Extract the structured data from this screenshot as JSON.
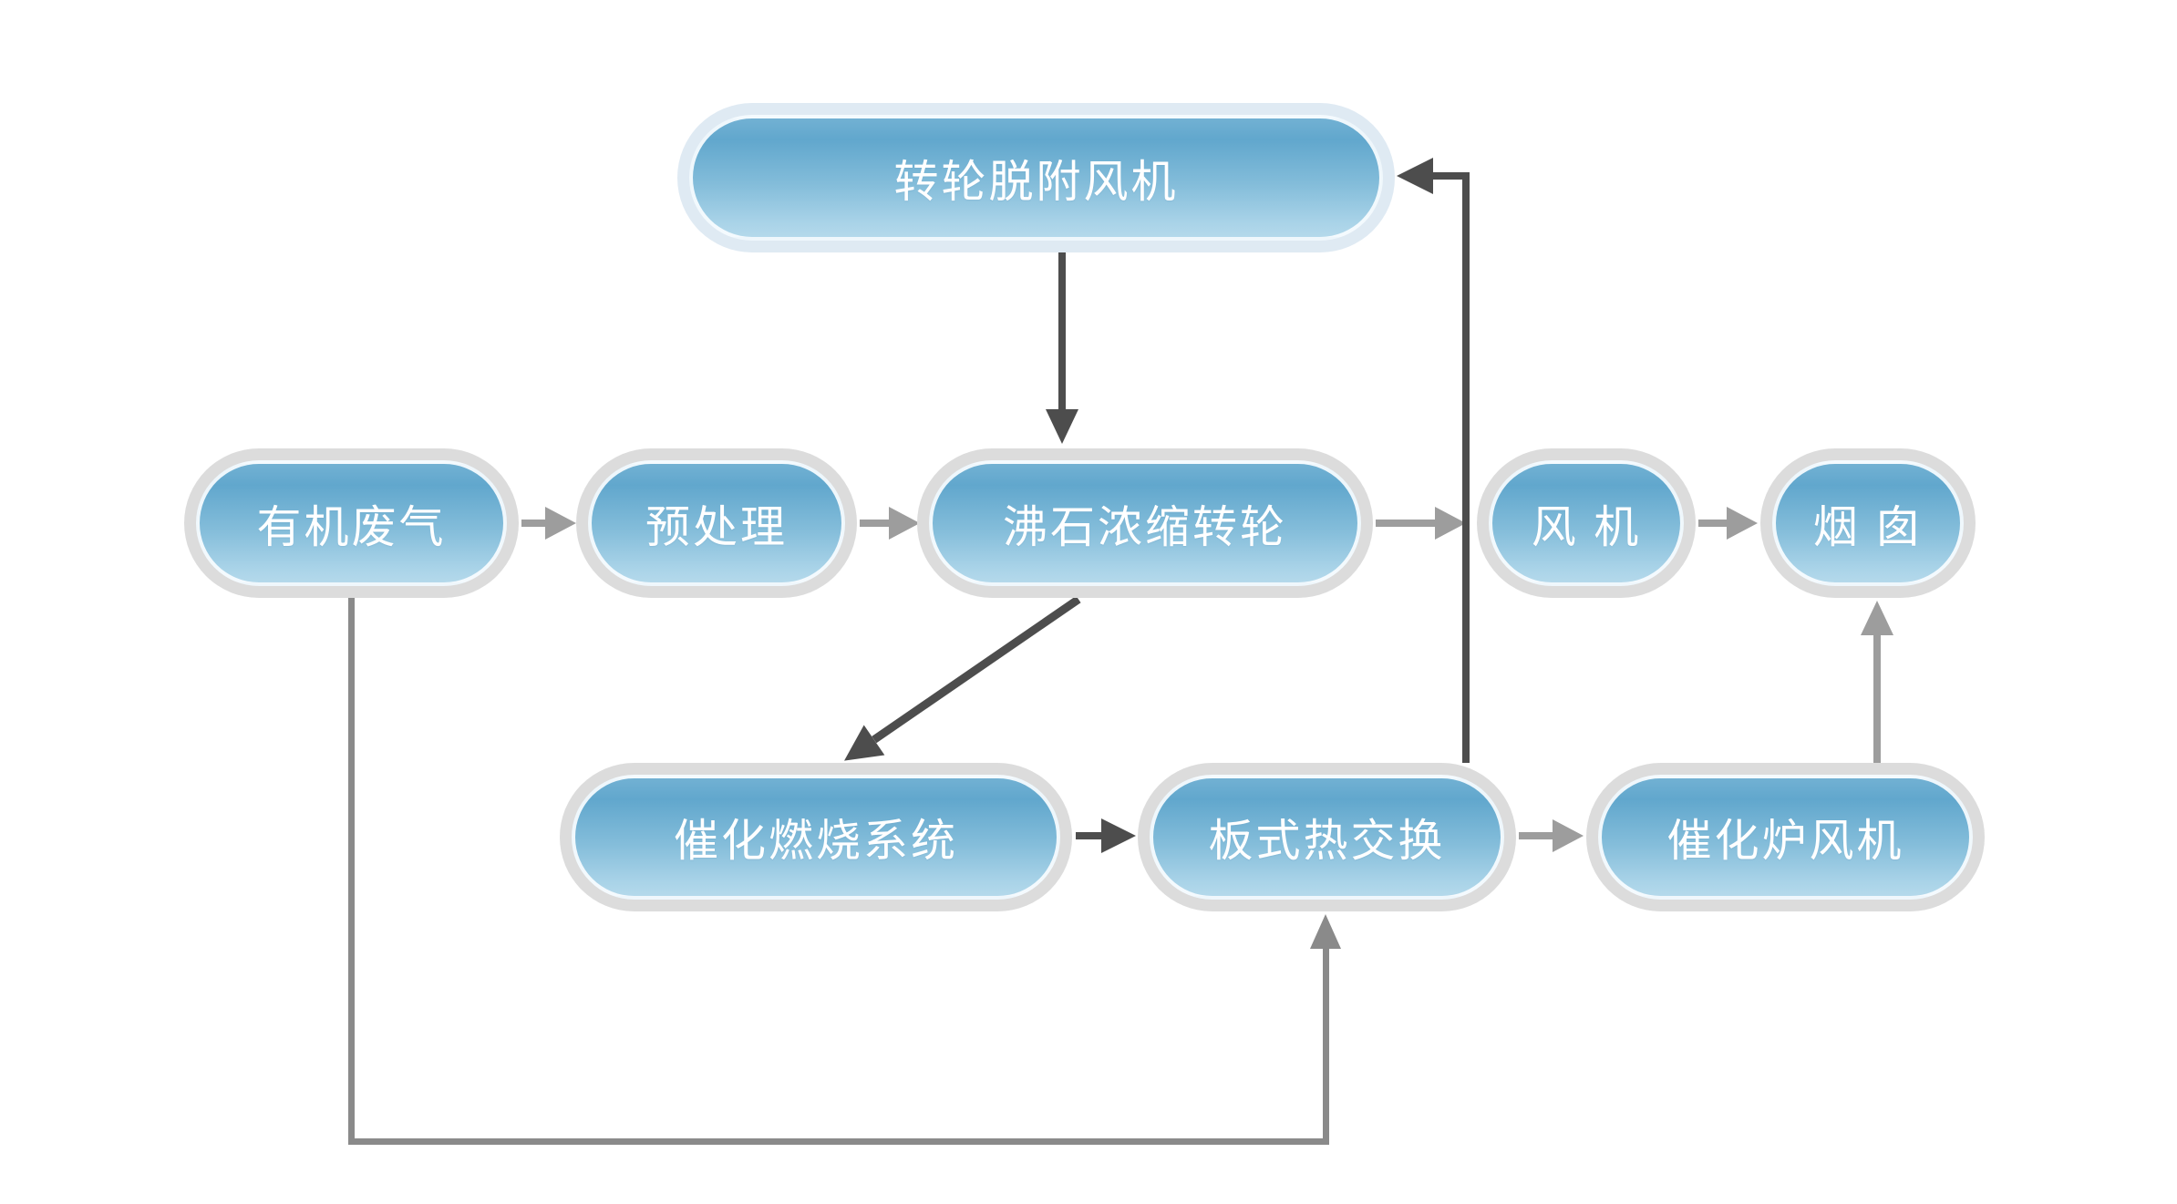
{
  "diagram": {
    "description": "流程图：沸石浓缩转轮 + 催化燃烧废气处理工艺流程",
    "background": "#ffffff"
  },
  "colors": {
    "node_ring_gray": "#dcdcdc",
    "node_ring_light_blue": "#dfeaf3",
    "node_fill_top": "#61a7cd",
    "node_fill_bottom": "#b4d9eb",
    "node_text": "#ffffff",
    "arrow_gray": "#9d9d9d",
    "loop_line_gray": "#8a8a8a",
    "connector_dark": "#4d4d4d"
  },
  "nodes": [
    {
      "id": "desorption-fan",
      "label": "转轮脱附风机"
    },
    {
      "id": "organic-waste-gas",
      "label": "有机废气"
    },
    {
      "id": "pretreatment",
      "label": "预处理"
    },
    {
      "id": "zeolite-rotor",
      "label": "沸石浓缩转轮"
    },
    {
      "id": "fan",
      "label": "风 机"
    },
    {
      "id": "chimney",
      "label": "烟 囱"
    },
    {
      "id": "catalytic-combustion",
      "label": "催化燃烧系统"
    },
    {
      "id": "plate-heat-exchanger",
      "label": "板式热交换"
    },
    {
      "id": "catalytic-furnace-fan",
      "label": "催化炉风机"
    }
  ],
  "edges": [
    {
      "from": "有机废气",
      "to": "预处理",
      "style": "gray-arrow"
    },
    {
      "from": "预处理",
      "to": "沸石浓缩转轮",
      "style": "gray-arrow"
    },
    {
      "from": "沸石浓缩转轮",
      "to": "风 机",
      "style": "gray-arrow"
    },
    {
      "from": "风 机",
      "to": "烟 囱",
      "style": "gray-arrow"
    },
    {
      "from": "转轮脱附风机",
      "to": "沸石浓缩转轮",
      "style": "dark-arrow-down"
    },
    {
      "from": "沸石浓缩转轮",
      "to": "催化燃烧系统",
      "style": "dark-arrow-diagonal"
    },
    {
      "from": "催化燃烧系统",
      "to": "板式热交换",
      "style": "dark-arrow"
    },
    {
      "from": "板式热交换",
      "to": "转轮脱附风机",
      "style": "dark-return-line"
    },
    {
      "from": "板式热交换",
      "to": "催化炉风机",
      "style": "gray-arrow"
    },
    {
      "from": "催化炉风机",
      "to": "烟 囱",
      "style": "gray-arrow-up"
    },
    {
      "from": "有机废气",
      "to": "板式热交换",
      "style": "gray-bottom-loop"
    }
  ]
}
